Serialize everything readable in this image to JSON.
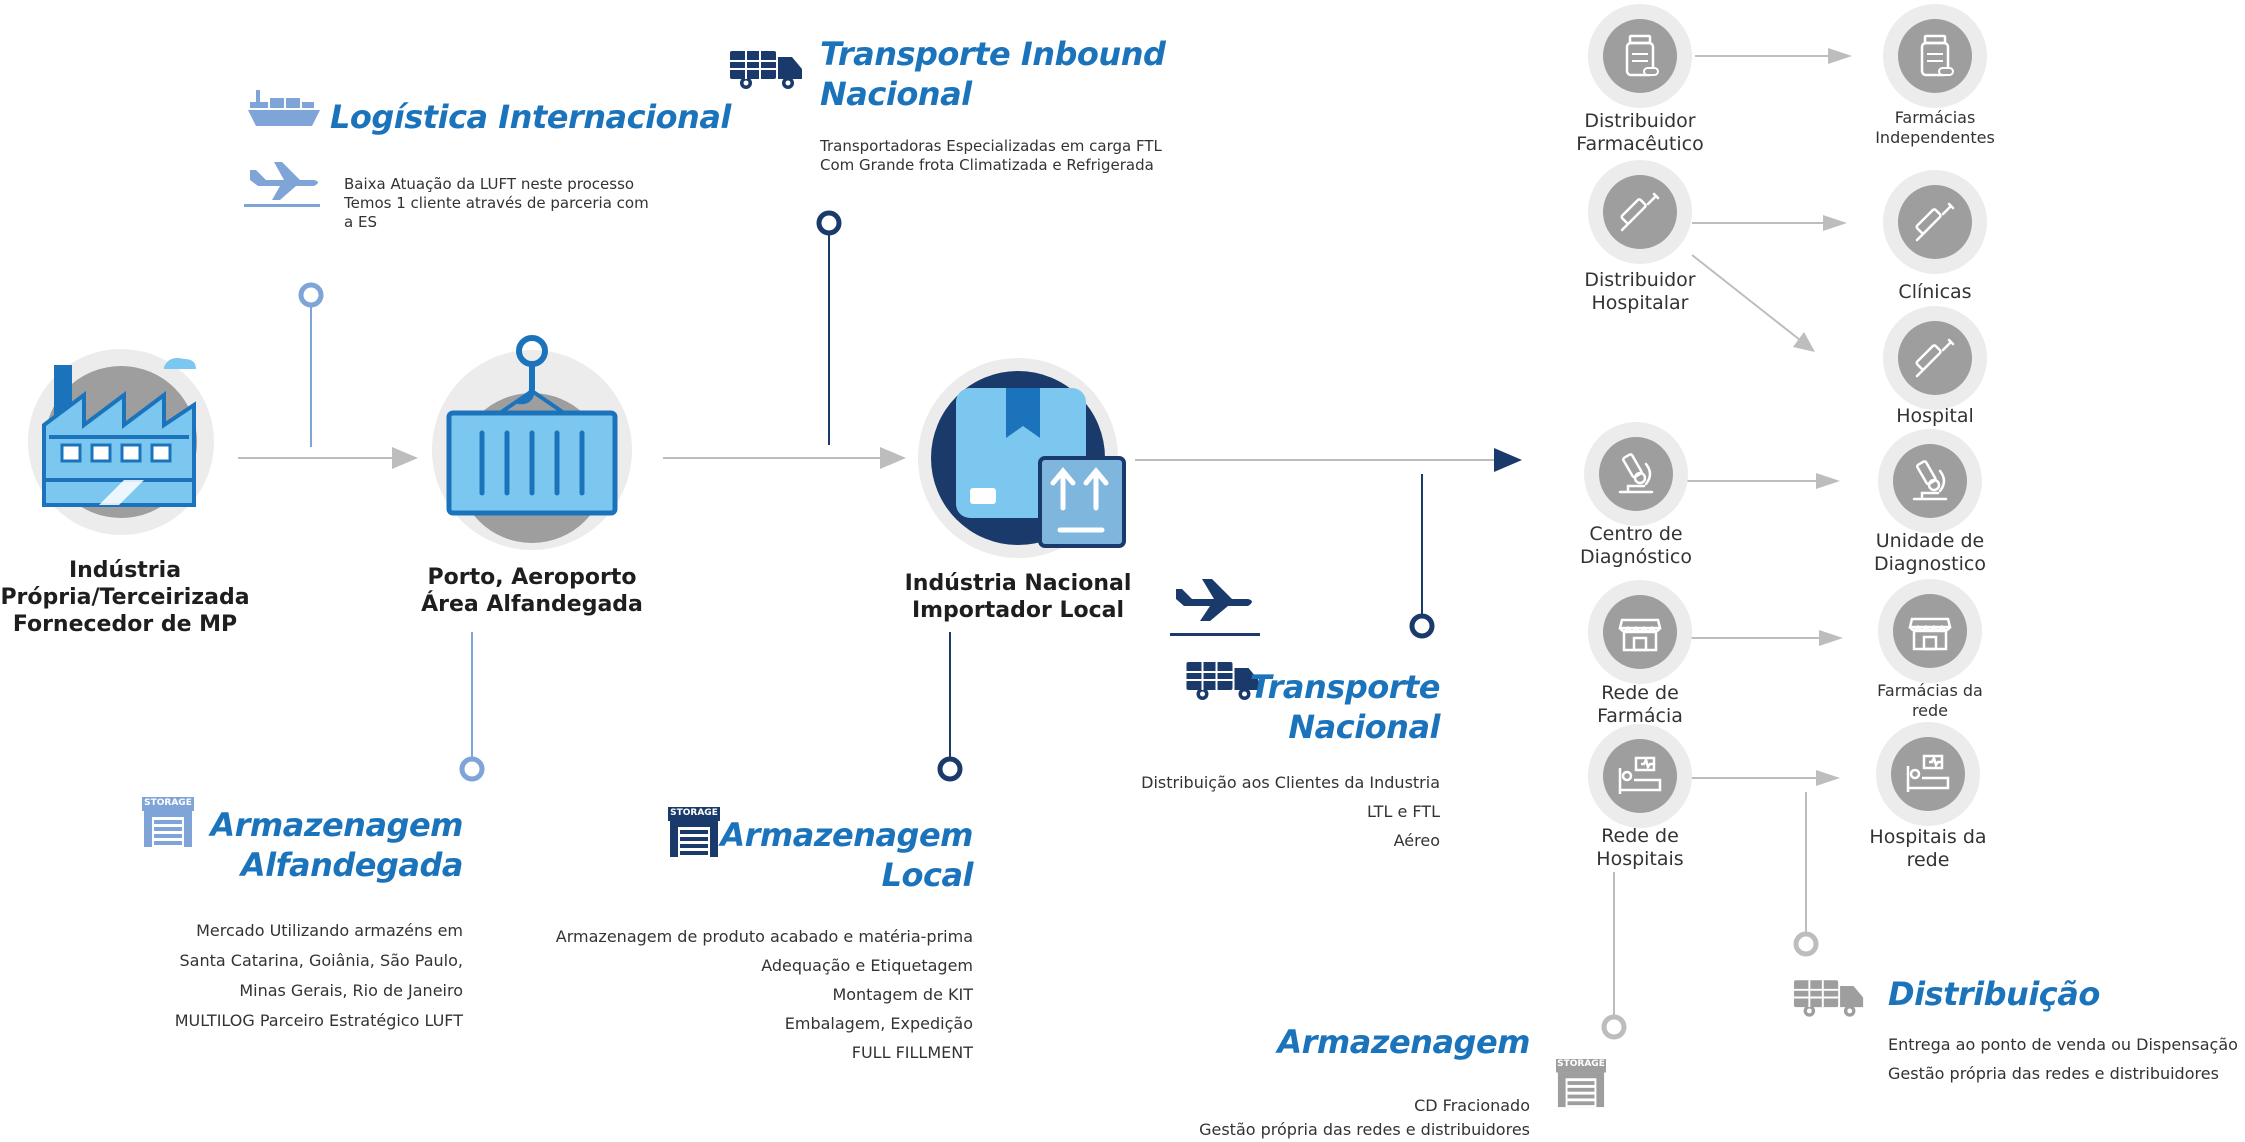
{
  "nodes": {
    "industria": {
      "lines": [
        "Indústria",
        "Própria/Terceirizada",
        "Fornecedor de MP"
      ]
    },
    "porto": {
      "lines": [
        "Porto, Aeroporto",
        "Área Alfandegada"
      ]
    },
    "nacional": {
      "lines": [
        "Indústria Nacional",
        "Importador Local"
      ]
    }
  },
  "sections": {
    "logistica": {
      "title": "Logística Internacional",
      "lines": [
        "Baixa Atuação da LUFT neste processo",
        "Temos 1 cliente através de parceria com",
        "a ES"
      ]
    },
    "inbound": {
      "title_lines": [
        "Transporte Inbound",
        "Nacional"
      ],
      "lines": [
        "Transportadoras Especializadas em carga FTL",
        "Com Grande frota Climatizada e Refrigerada"
      ]
    },
    "alfandegada": {
      "title_lines": [
        "Armazenagem",
        "Alfandegada"
      ],
      "lines": [
        "Mercado Utilizando armazéns em",
        "Santa Catarina, Goiânia, São Paulo,",
        "Minas Gerais, Rio de Janeiro",
        "MULTILOG Parceiro Estratégico LUFT"
      ]
    },
    "local": {
      "title_lines": [
        "Armazenagem",
        "Local"
      ],
      "lines": [
        "Armazenagem de produto acabado e matéria-prima",
        "Adequação e Etiquetagem",
        "Montagem de KIT",
        "Embalagem, Expedição",
        "FULL FILLMENT"
      ]
    },
    "transporte_nacional": {
      "title_lines": [
        "Transporte",
        "Nacional"
      ],
      "lines": [
        "Distribuição aos Clientes da Industria",
        "LTL e FTL",
        "Aéreo"
      ]
    },
    "armazenagem": {
      "title": "Armazenagem",
      "lines": [
        "CD Fracionado",
        "Gestão própria das redes e distribuidores"
      ]
    },
    "distribuicao": {
      "title": "Distribuição",
      "lines": [
        "Entrega ao ponto de venda ou Dispensação",
        "Gestão própria das redes e distribuidores"
      ]
    }
  },
  "storage_label": "STORAGE",
  "middle_column": [
    {
      "lines": [
        "Distribuidor",
        "Farmacêutico"
      ],
      "icon": "medicine-bottle-icon"
    },
    {
      "lines": [
        "Distribuidor",
        "Hospitalar"
      ],
      "icon": "syringe-icon"
    },
    {
      "lines": [
        "Centro de",
        "Diagnóstico"
      ],
      "icon": "microscope-icon"
    },
    {
      "lines": [
        "Rede de",
        "Farmácia"
      ],
      "icon": "pharmacy-store-icon"
    },
    {
      "lines": [
        "Rede de",
        "Hospitais"
      ],
      "icon": "hospital-bed-icon"
    }
  ],
  "right_column": [
    {
      "lines": [
        "Farmácias",
        "Independentes"
      ],
      "icon": "medicine-bottle-icon"
    },
    {
      "lines": [
        "Clínicas"
      ],
      "icon": "syringe-icon"
    },
    {
      "lines": [
        "Hospital"
      ],
      "icon": "syringe-icon"
    },
    {
      "lines": [
        "Unidade de",
        "Diagnostico"
      ],
      "icon": "microscope-icon"
    },
    {
      "lines": [
        "Farmácias da",
        "rede"
      ],
      "icon": "pharmacy-store-icon"
    },
    {
      "lines": [
        "Hospitais da",
        "rede"
      ],
      "icon": "hospital-bed-icon"
    }
  ],
  "colors": {
    "blue": "#1b74bb",
    "navy": "#1a3a6b",
    "light_blue": "#7ea4d8",
    "gray_circle": "#9e9e9e",
    "light_gray": "#ececec",
    "arrow_gray": "#b5b5b5"
  }
}
